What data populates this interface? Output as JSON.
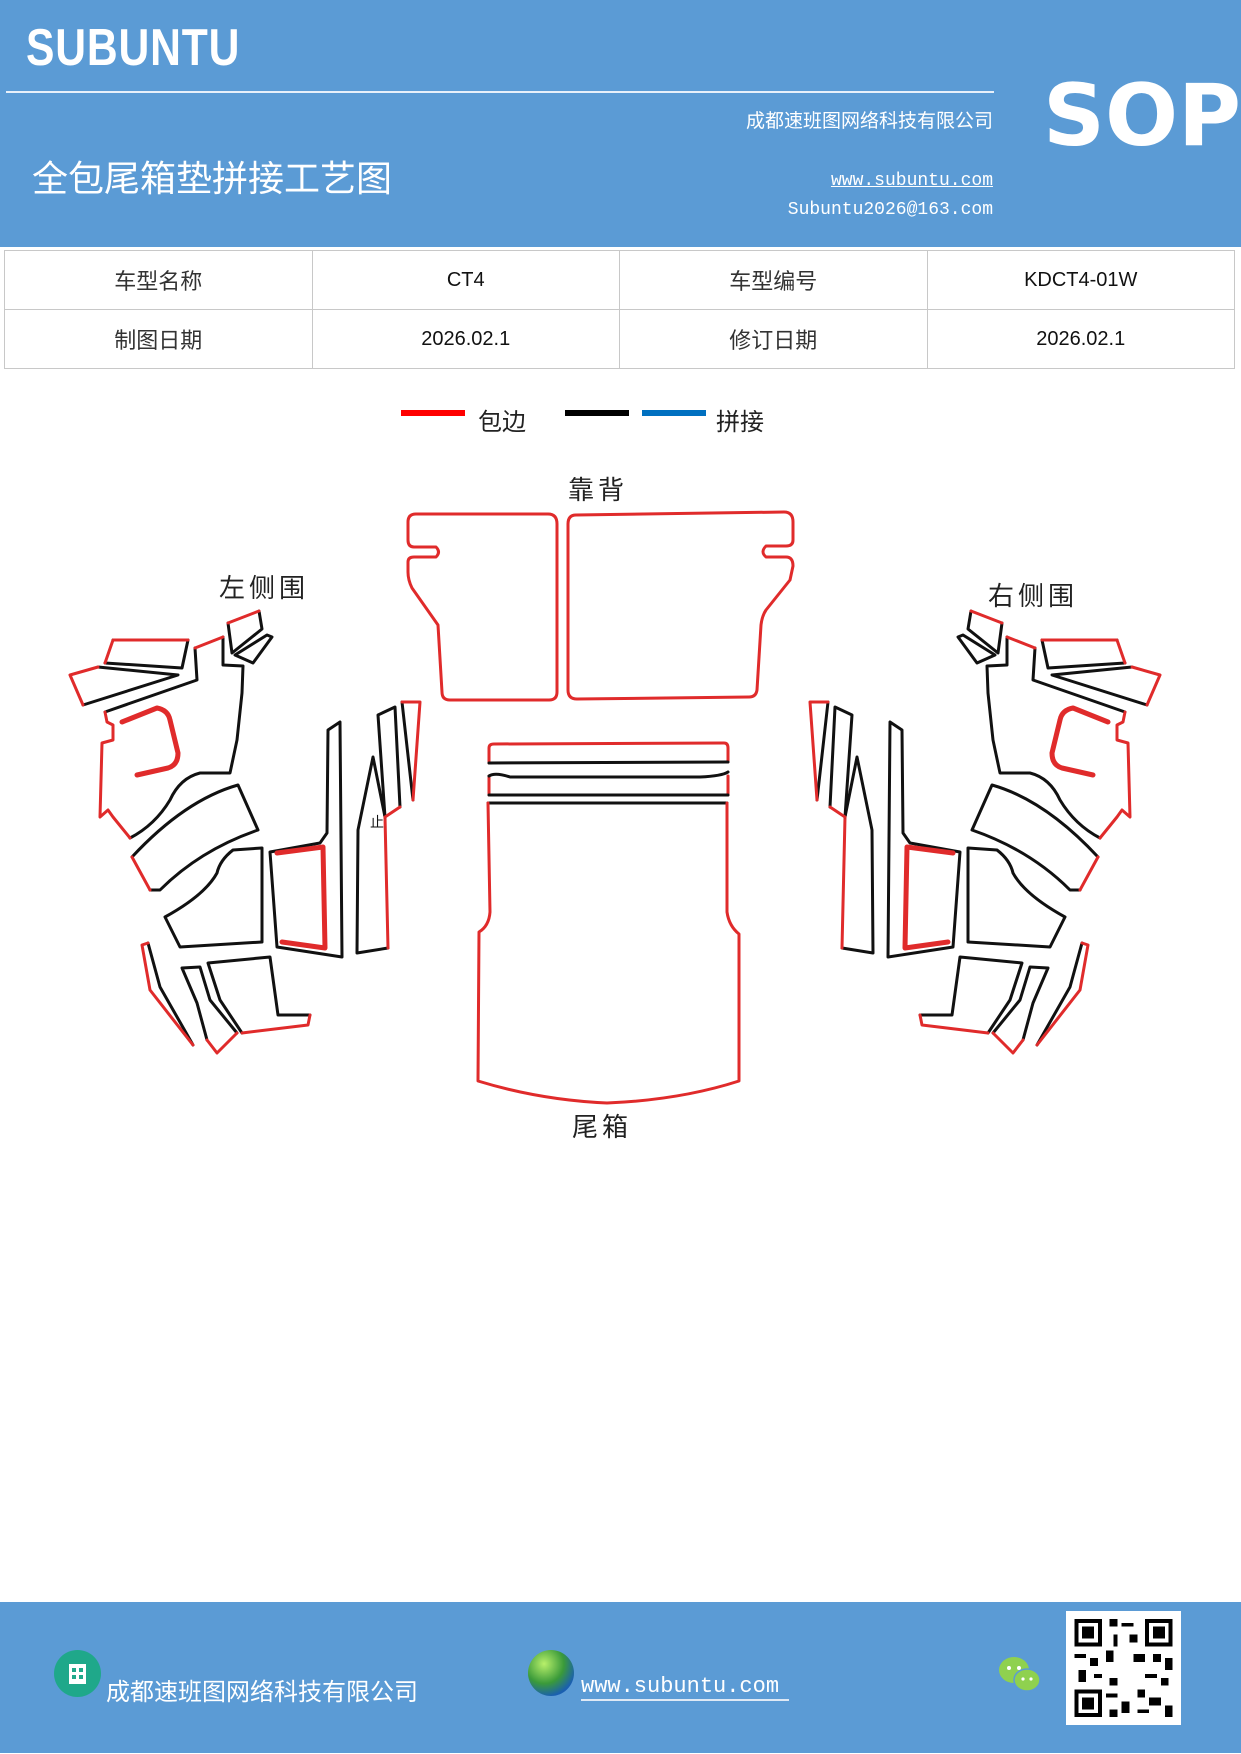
{
  "header": {
    "brand": "SUBUNTU",
    "company": "成都速班图网络科技有限公司",
    "title": "全包尾箱垫拼接工艺图",
    "website": "www.subuntu.com",
    "email": "Subuntu2026@163.com",
    "badge": "SOP"
  },
  "info_table": {
    "rows": [
      [
        {
          "label": "车型名称"
        },
        {
          "value": "CT4"
        },
        {
          "label": "车型编号"
        },
        {
          "value": "KDCT4-01W"
        }
      ],
      [
        {
          "label": "制图日期"
        },
        {
          "value": "2026.02.1"
        },
        {
          "label": "修订日期"
        },
        {
          "value": "2026.02.1"
        }
      ]
    ]
  },
  "legend": {
    "items": [
      {
        "label": "包边",
        "color": "#ff0000"
      },
      {
        "label": "",
        "color": "#000000"
      },
      {
        "label": "拼接",
        "color": "#0070c0"
      }
    ]
  },
  "diagram": {
    "labels": {
      "backrest": "靠背",
      "left_side": "左侧围",
      "right_side": "右侧围",
      "trunk": "尾箱",
      "mark": "止"
    },
    "colors": {
      "edge_binding": "#e02b2b",
      "seam": "#111111"
    }
  },
  "footer": {
    "company": "成都速班图网络科技有限公司",
    "website": "www.subuntu.com",
    "icons": [
      "building-icon",
      "globe-icon",
      "wechat-icon",
      "qr-code"
    ]
  },
  "colors": {
    "header_bg": "#5b9bd5",
    "footer_bg": "#5b9bd5"
  }
}
